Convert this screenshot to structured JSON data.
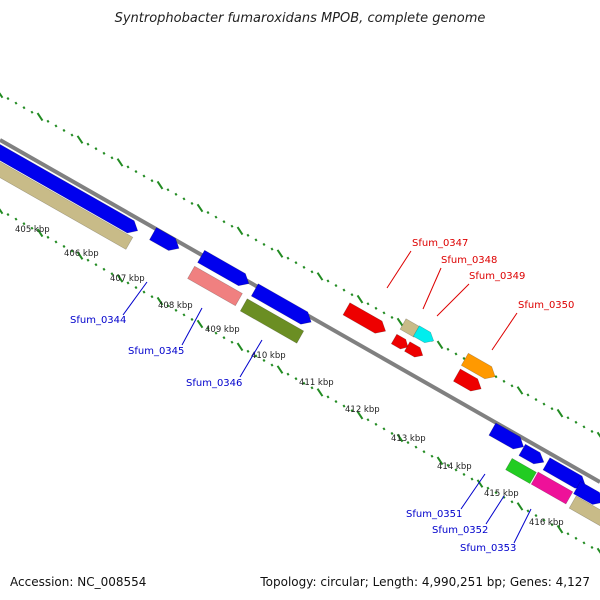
{
  "title": "Syntrophobacter fumaroxidans MPOB, complete genome",
  "footer": {
    "accession": "Accession: NC_008554",
    "summary": "Topology: circular; Length: 4,990,251 bp; Genes: 4,127"
  },
  "colors": {
    "backbone": "#808080",
    "tick": "#228B22",
    "label_reverse": "#0000cc",
    "label_forward": "#dd0000",
    "cds_blue": "#0000ee",
    "cds_red": "#ee0000",
    "cds_cyan": "#00eeee",
    "cds_orange": "#ff9900",
    "cds_tan": "#c8bb88",
    "cds_olive": "#6b8e23",
    "cds_salmon": "#f08080",
    "cds_green": "#22cc22",
    "cds_magenta": "#ee1199"
  },
  "kbp_labels": [
    "405 kbp",
    "406 kbp",
    "407 kbp",
    "408 kbp",
    "409 kbp",
    "410 kbp",
    "411 kbp",
    "412 kbp",
    "413 kbp",
    "414 kbp",
    "415 kbp",
    "416 kbp"
  ],
  "gene_labels": [
    {
      "text": "Sfum_0344",
      "strand": "reverse"
    },
    {
      "text": "Sfum_0345",
      "strand": "reverse"
    },
    {
      "text": "Sfum_0346",
      "strand": "reverse"
    },
    {
      "text": "Sfum_0347",
      "strand": "forward"
    },
    {
      "text": "Sfum_0348",
      "strand": "forward"
    },
    {
      "text": "Sfum_0349",
      "strand": "forward"
    },
    {
      "text": "Sfum_0350",
      "strand": "forward"
    },
    {
      "text": "Sfum_0351",
      "strand": "reverse"
    },
    {
      "text": "Sfum_0352",
      "strand": "reverse"
    },
    {
      "text": "Sfum_0353",
      "strand": "reverse"
    }
  ]
}
